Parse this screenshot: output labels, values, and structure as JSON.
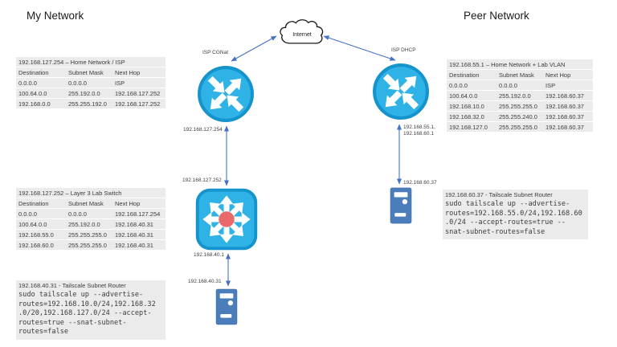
{
  "titles": {
    "my_network": "My Network",
    "peer_network": "Peer Network"
  },
  "cloud": {
    "label": "Internet"
  },
  "labels": {
    "isp_cgnat": "ISP CGNat",
    "isp_dhcp": "ISP DHCP",
    "router_left_wan_ip": "192.168.127.254",
    "switch_uplink_ip": "192.168.127.252",
    "switch_lan_ip": "192.168.40.1",
    "server_left_ip": "192.168.40.31",
    "router_right_lan_ips": "192.168.55.1,\n192.168.60.1",
    "server_right_ip": "192.168.60.37"
  },
  "tables": {
    "home_isp": {
      "title": "192.168.127.254  – Home Network / ISP",
      "columns": [
        "Destination",
        "Subnet Mask",
        "Next Hop"
      ],
      "rows": [
        [
          "0.0.0.0",
          "0.0.0.0",
          "ISP"
        ],
        [
          "100.64.0.0",
          "255.192.0.0",
          "192.168.127.252"
        ],
        [
          "192.168.0.0",
          "255.255.192.0",
          "192.168.127.252"
        ]
      ]
    },
    "lab_switch": {
      "title": "192.168.127.252  – Layer 3 Lab Switch",
      "columns": [
        "Destination",
        "Subnet Mask",
        "Next Hop"
      ],
      "rows": [
        [
          "0.0.0.0",
          "0.0.0.0",
          "192.168.127.254"
        ],
        [
          "100.64.0.0",
          "255.192.0.0",
          "192.168.40.31"
        ],
        [
          "192.168.55.0",
          "255.255.255.0",
          "192.168.40.31"
        ],
        [
          "192.168.60.0",
          "255.255.255.0",
          "192.168.40.31"
        ]
      ]
    },
    "peer_home": {
      "title": "192.168.55.1  – Home Network + Lab VLAN",
      "columns": [
        "Destination",
        "Subnet Mask",
        "Next Hop"
      ],
      "rows": [
        [
          "0.0.0.0",
          "0.0.0.0",
          "ISP"
        ],
        [
          "100.64.0.0",
          "255.192.0.0",
          "192.168.60.37"
        ],
        [
          "192.168.10.0",
          "255.255.255.0",
          "192.168.60.37"
        ],
        [
          "192.168.32.0",
          "255.255.240.0",
          "192.168.60.37"
        ],
        [
          "192.168.127.0",
          "255.255.255.0",
          "192.168.60.37"
        ]
      ]
    }
  },
  "code_blocks": {
    "left": {
      "title": "192.168.40.31  - Tailscale Subnet Router",
      "command": "sudo tailscale up --advertise-\nroutes=192.168.10.0/24,192.168.32\n.0/20,192.168.127.0/24 --accept-\nroutes=true --snat-subnet-\nroutes=false"
    },
    "right": {
      "title": "192.168.60.37  - Tailscale Subnet Router",
      "command": "sudo tailscale up --advertise-\nroutes=192.168.55.0/24,192.168.60\n.0/24 --accept-routes=true --\nsnat-subnet-routes=false"
    }
  },
  "colors": {
    "device_cyan": "#2FB2E6",
    "device_cyan_border": "#1593CD",
    "server_blue": "#4A7DBA",
    "switch_dot_red": "#E96A6A",
    "connector_blue": "#4472C4",
    "panel_gray": "#ECEBEB"
  }
}
